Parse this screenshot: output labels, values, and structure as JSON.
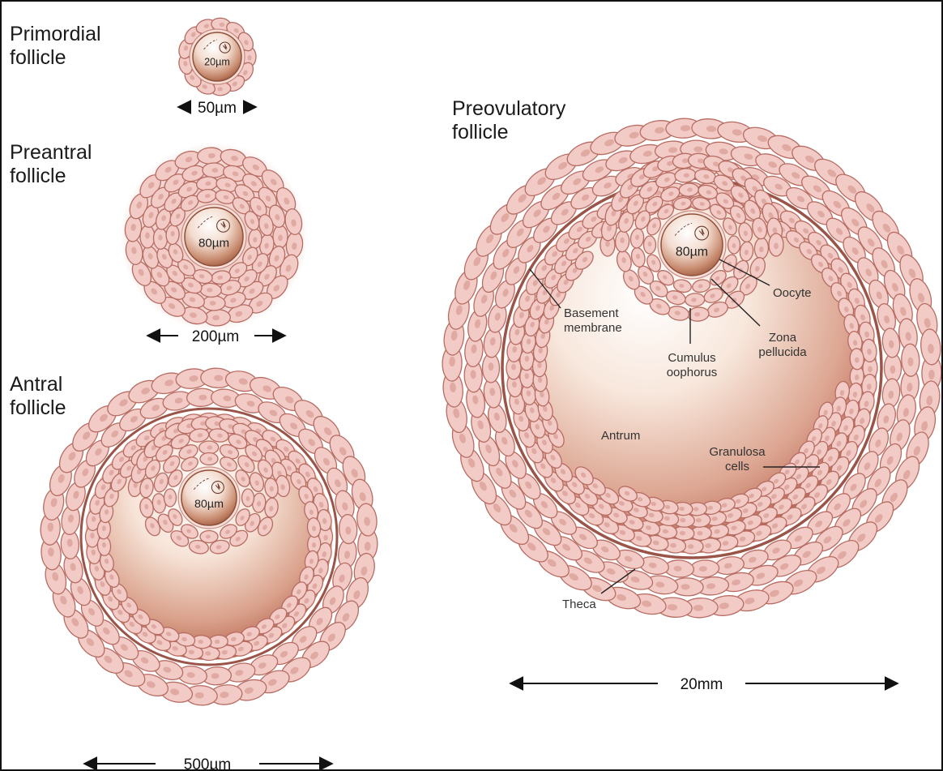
{
  "figure": {
    "stages": [
      {
        "id": "primordial",
        "label_line1": "Primordial",
        "label_line2": "follicle",
        "oocyte_size": "20µm",
        "scale": "50µm"
      },
      {
        "id": "preantral",
        "label_line1": "Preantral",
        "label_line2": "follicle",
        "oocyte_size": "80µm",
        "scale": "200µm"
      },
      {
        "id": "antral",
        "label_line1": "Antral",
        "label_line2": "follicle",
        "oocyte_size": "80µm",
        "scale": "500µm"
      },
      {
        "id": "preovulatory",
        "label_line1": "Preovulatory",
        "label_line2": "follicle",
        "oocyte_size": "80µm",
        "scale": "20mm"
      }
    ],
    "annotations": {
      "oocyte": "Oocyte",
      "basement_line1": "Basement",
      "basement_line2": "membrane",
      "zona_line1": "Zona",
      "zona_line2": "pellucida",
      "cumulus_line1": "Cumulus",
      "cumulus_line2": "oophorus",
      "antrum": "Antrum",
      "granulosa_line1": "Granulosa",
      "granulosa_line2": "cells",
      "theca": "Theca"
    },
    "colors": {
      "cell_fill": "#f3cbc6",
      "cell_stroke": "#b76c62",
      "nucleus": "#cf8f86",
      "antrum_dark": "#a64a33",
      "antrum_light": "#ffffff",
      "oocyte": "#c17a5f"
    }
  }
}
